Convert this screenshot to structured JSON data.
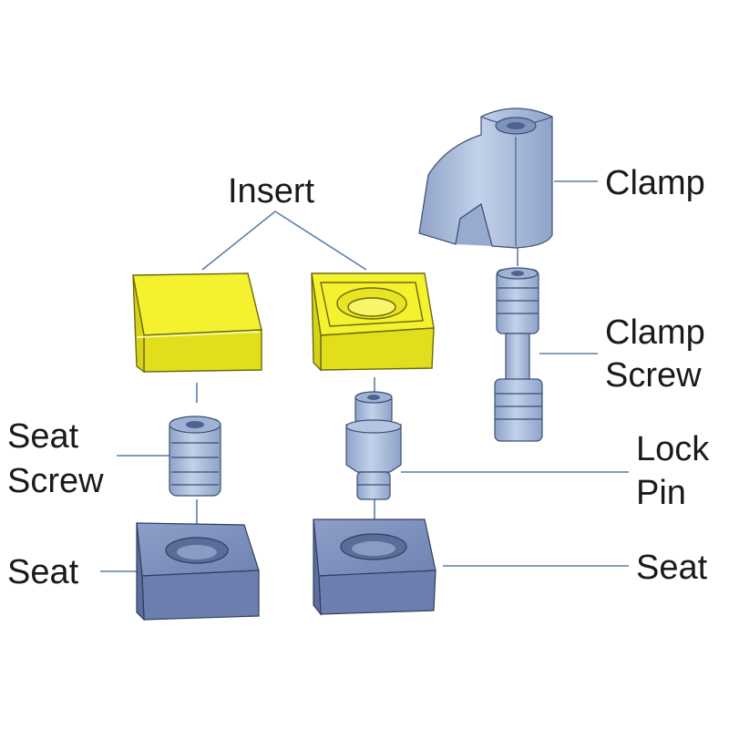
{
  "labels": {
    "insert": "Insert",
    "clamp": "Clamp",
    "clamp_screw_line1": "Clamp",
    "clamp_screw_line2": "Screw",
    "seat_screw_line1": "Seat",
    "seat_screw_line2": "Screw",
    "lock_pin_line1": "Lock",
    "lock_pin_line2": "Pin",
    "seat_left": "Seat",
    "seat_right": "Seat"
  },
  "colors": {
    "insert_yellow": "#f2ef2a",
    "steel_blue": "#a9bbd9",
    "seat_blue": "#7f93bf",
    "leader_line": "#5b7fa6"
  }
}
